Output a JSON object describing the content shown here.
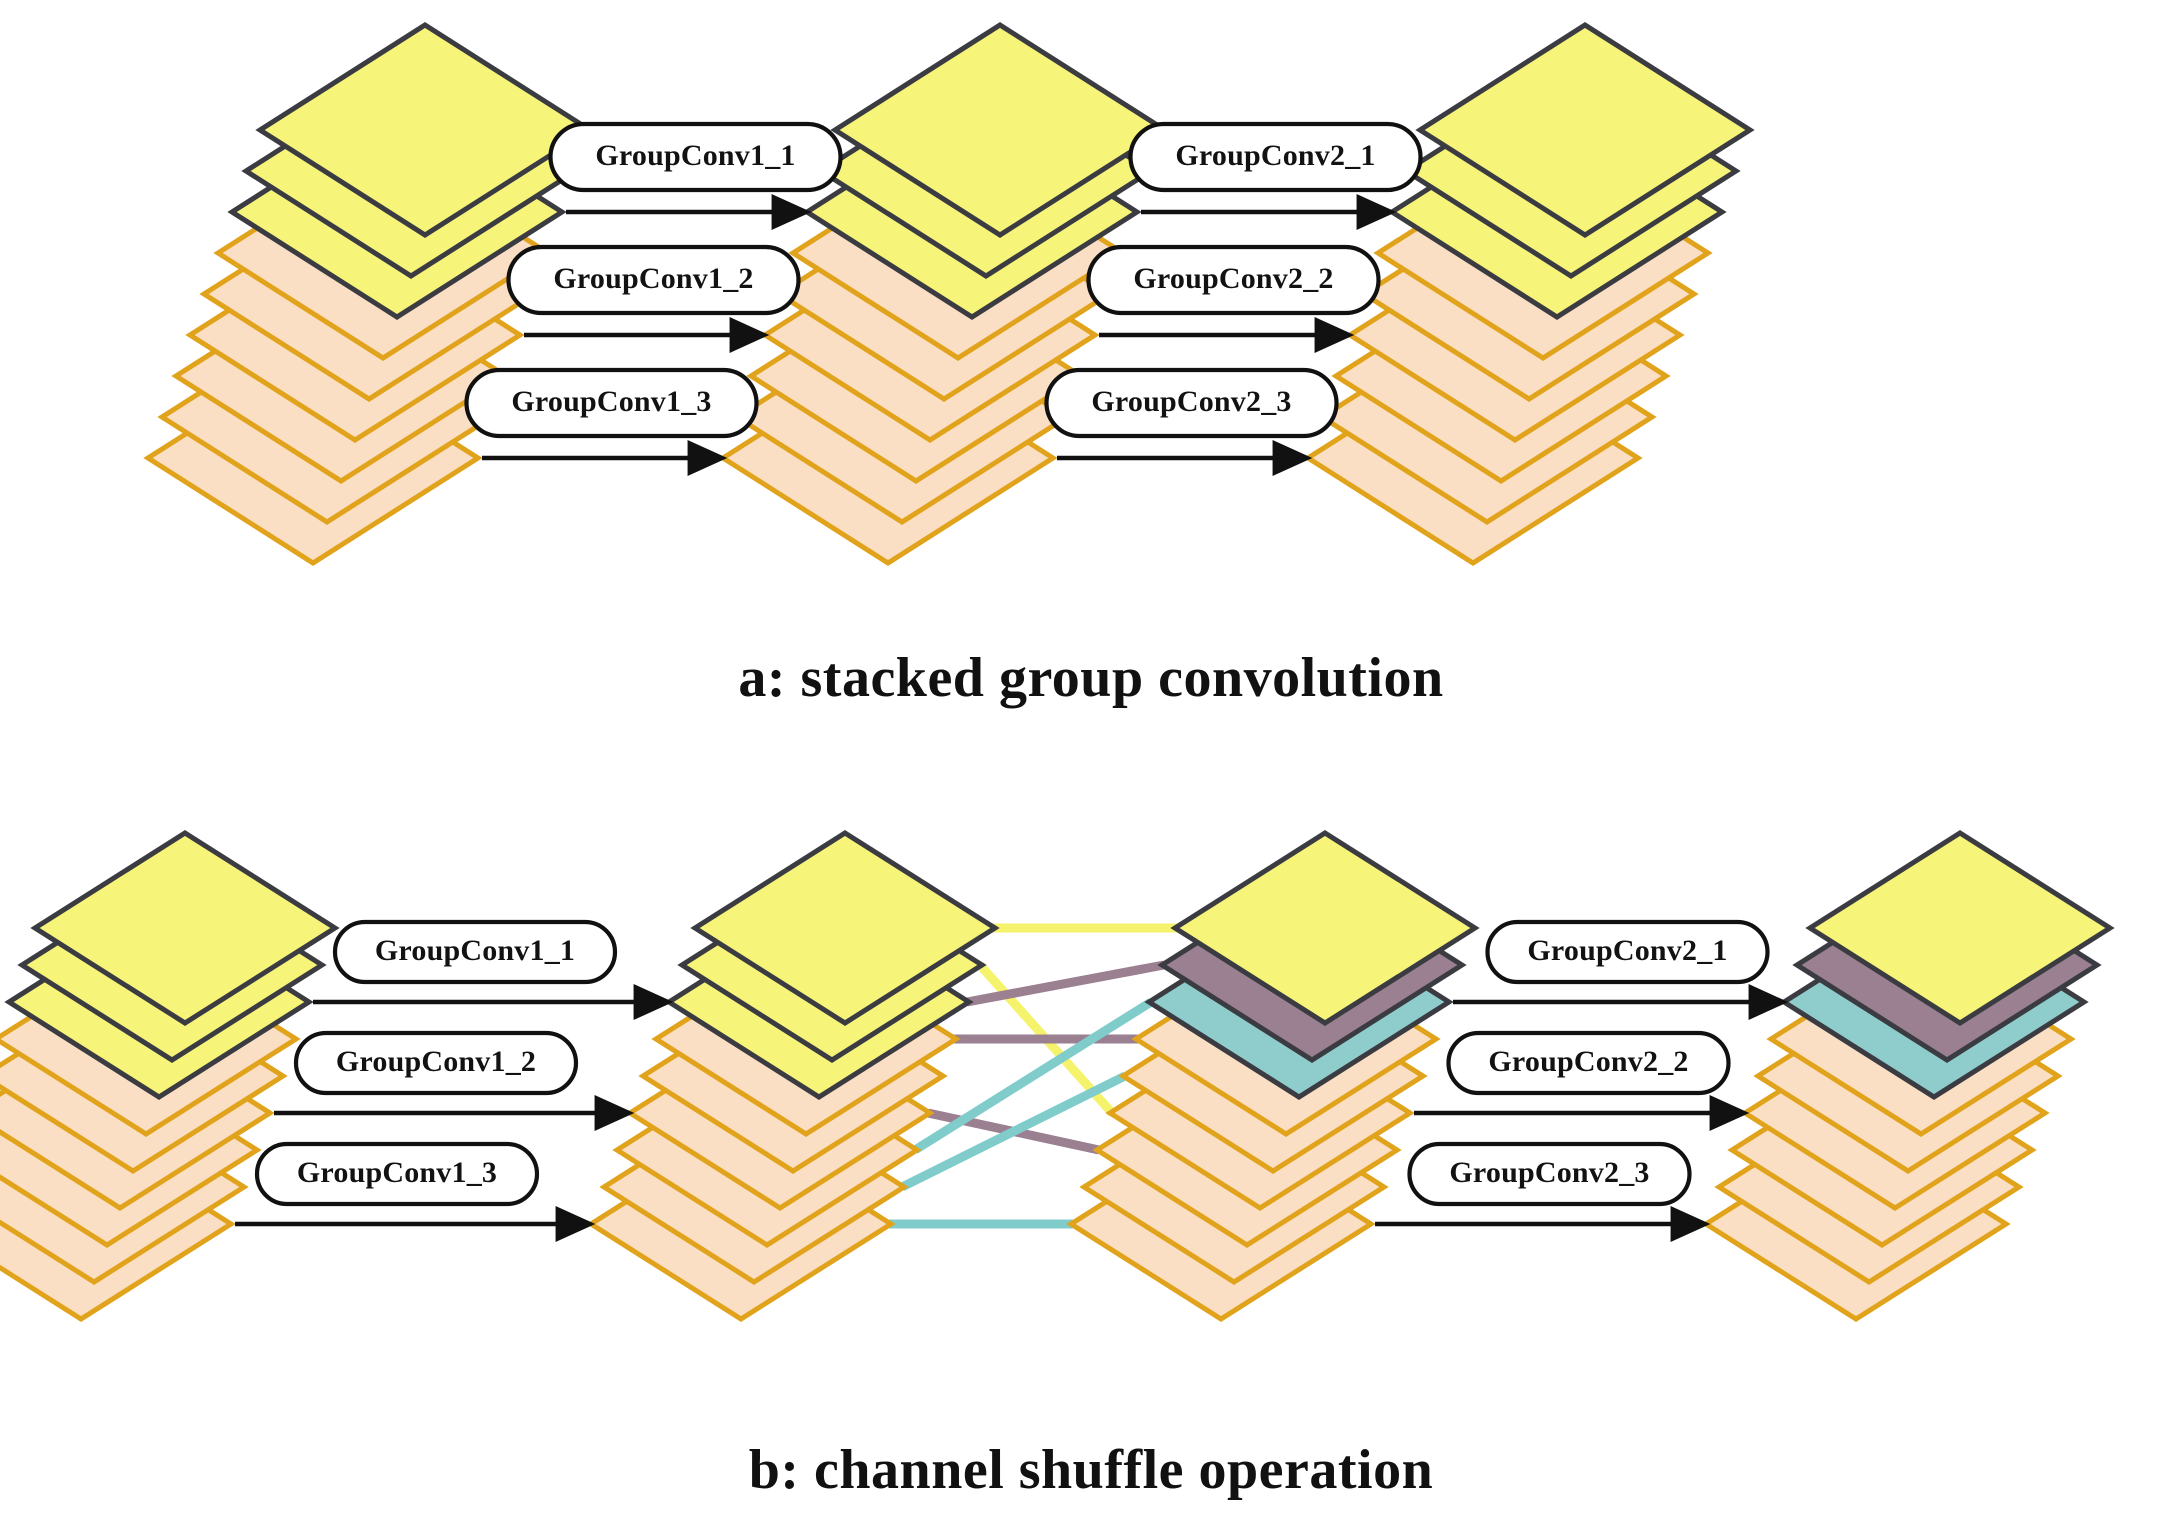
{
  "figure": {
    "title_a": "a: stacked group convolution",
    "title_b": "b: channel shuffle operation"
  },
  "colors": {
    "yellow_fill": "#F7F47A",
    "yellow_stroke": "#3B3B42",
    "peach_fill": "#FBDFC4",
    "peach_stroke": "#E0A31B",
    "mauve_fill": "#9A8090",
    "mauve_stroke": "#3B3B42",
    "teal_fill": "#8FCDCC",
    "teal_stroke": "#3B3B42",
    "line_yellow": "#F5F26B",
    "line_mauve": "#9A8090",
    "line_teal": "#7FCCCB",
    "arrow": "#111111",
    "pill_border": "#111111",
    "pill_fill": "#FFFFFF",
    "text": "#121212",
    "background": "#FFFFFF"
  },
  "panel_a": {
    "name": "stacked-group-convolution",
    "caption": "a: stacked group convolution",
    "stacks": [
      {
        "id": "a-stack-1",
        "name": "input-feature-stack",
        "layers": [
          "yellow",
          "yellow",
          "yellow",
          "peach",
          "peach",
          "peach",
          "peach",
          "peach",
          "peach"
        ]
      },
      {
        "id": "a-stack-2",
        "name": "middle-feature-stack",
        "layers": [
          "yellow",
          "yellow",
          "yellow",
          "peach",
          "peach",
          "peach",
          "peach",
          "peach",
          "peach"
        ]
      },
      {
        "id": "a-stack-3",
        "name": "output-feature-stack",
        "layers": [
          "yellow",
          "yellow",
          "yellow",
          "peach",
          "peach",
          "peach",
          "peach",
          "peach",
          "peach"
        ]
      }
    ],
    "operations": [
      {
        "id": "a-op-1",
        "label": "GroupConv1_1",
        "group": 1,
        "stage": 1
      },
      {
        "id": "a-op-2",
        "label": "GroupConv1_2",
        "group": 2,
        "stage": 1
      },
      {
        "id": "a-op-3",
        "label": "GroupConv1_3",
        "group": 3,
        "stage": 1
      },
      {
        "id": "a-op-4",
        "label": "GroupConv2_1",
        "group": 1,
        "stage": 2
      },
      {
        "id": "a-op-5",
        "label": "GroupConv2_2",
        "group": 2,
        "stage": 2
      },
      {
        "id": "a-op-6",
        "label": "GroupConv2_3",
        "group": 3,
        "stage": 2
      }
    ]
  },
  "panel_b": {
    "name": "channel-shuffle-operation",
    "caption": "b: channel shuffle operation",
    "stacks": [
      {
        "id": "b-stack-1",
        "name": "input-feature-stack",
        "layers": [
          "yellow",
          "yellow",
          "yellow",
          "peach",
          "peach",
          "peach",
          "peach",
          "peach",
          "peach"
        ]
      },
      {
        "id": "b-stack-2",
        "name": "pre-shuffle-feature-stack",
        "layers": [
          "yellow",
          "yellow",
          "yellow",
          "peach",
          "peach",
          "peach",
          "peach",
          "peach",
          "peach"
        ]
      },
      {
        "id": "b-stack-3",
        "name": "post-shuffle-feature-stack",
        "layers": [
          "yellow",
          "mauve",
          "teal",
          "peach",
          "peach",
          "peach",
          "peach",
          "peach",
          "peach"
        ]
      },
      {
        "id": "b-stack-4",
        "name": "output-feature-stack",
        "layers": [
          "yellow",
          "mauve",
          "teal",
          "peach",
          "peach",
          "peach",
          "peach",
          "peach",
          "peach"
        ]
      }
    ],
    "operations": [
      {
        "id": "b-op-1",
        "label": "GroupConv1_1",
        "group": 1,
        "stage": 1
      },
      {
        "id": "b-op-2",
        "label": "GroupConv1_2",
        "group": 2,
        "stage": 1
      },
      {
        "id": "b-op-3",
        "label": "GroupConv1_3",
        "group": 3,
        "stage": 1
      },
      {
        "id": "b-op-4",
        "label": "GroupConv2_1",
        "group": 1,
        "stage": 2
      },
      {
        "id": "b-op-5",
        "label": "GroupConv2_2",
        "group": 2,
        "stage": 2
      },
      {
        "id": "b-op-6",
        "label": "GroupConv2_3",
        "group": 3,
        "stage": 2
      }
    ],
    "shuffle_links": [
      {
        "id": "shuffle-link-1",
        "color": "line_yellow",
        "from_layer": 1,
        "to_layer": 1
      },
      {
        "id": "shuffle-link-2",
        "color": "line_yellow",
        "from_layer": 2,
        "to_layer": 6
      },
      {
        "id": "shuffle-link-3",
        "color": "line_mauve",
        "from_layer": 3,
        "to_layer": 2
      },
      {
        "id": "shuffle-link-4",
        "color": "line_mauve",
        "from_layer": 4,
        "to_layer": 4
      },
      {
        "id": "shuffle-link-5",
        "color": "line_mauve",
        "from_layer": 6,
        "to_layer": 7
      },
      {
        "id": "shuffle-link-6",
        "color": "line_teal",
        "from_layer": 7,
        "to_layer": 3
      },
      {
        "id": "shuffle-link-7",
        "color": "line_teal",
        "from_layer": 8,
        "to_layer": 5
      },
      {
        "id": "shuffle-link-8",
        "color": "line_teal",
        "from_layer": 9,
        "to_layer": 9
      }
    ]
  }
}
